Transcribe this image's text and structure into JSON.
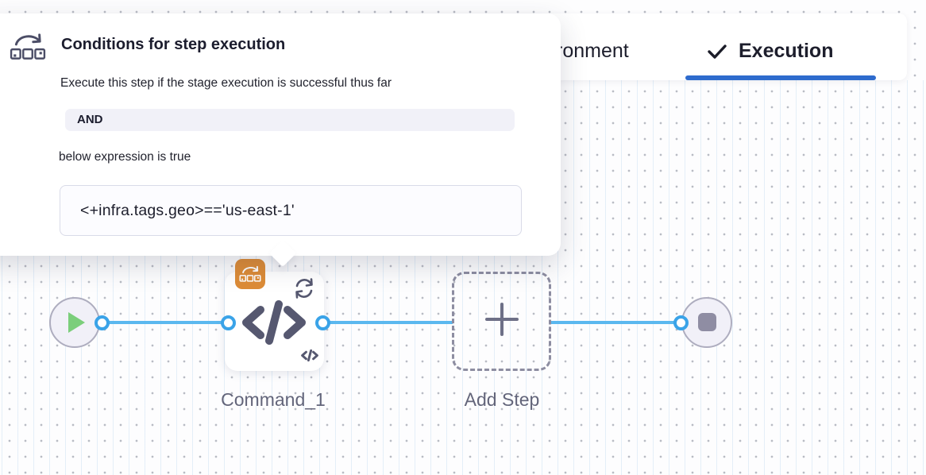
{
  "tab_bar": {
    "environment_tab_partial": "ronment",
    "execution_tab": "Execution"
  },
  "popover": {
    "title": "Conditions for step execution",
    "description": "Execute this step if the stage execution is successful thus far",
    "operator_badge": "AND",
    "expression_intro": "below expression is true",
    "expression": "<+infra.tags.geo>=='us-east-1'"
  },
  "pipeline": {
    "command_label": "Command_1",
    "add_step_label": "Add Step"
  },
  "icons": {
    "popover_header": "conditional-execution-icon",
    "tab_check": "check-icon",
    "step_badge": "conditional-execution-icon",
    "step_loop": "looping-strategy-icon",
    "step_type": "code-icon",
    "start": "play-icon",
    "end": "stop-icon",
    "add_step": "plus-icon"
  },
  "colors": {
    "tab_underline_blue": "#2e6bcd",
    "connector_blue": "#5bb8ef",
    "port_ring_blue": "#3aa3e8",
    "conditional_badge_orange": "#dd8c37",
    "play_green": "#7bce7b",
    "node_icon_slate": "#565870"
  }
}
